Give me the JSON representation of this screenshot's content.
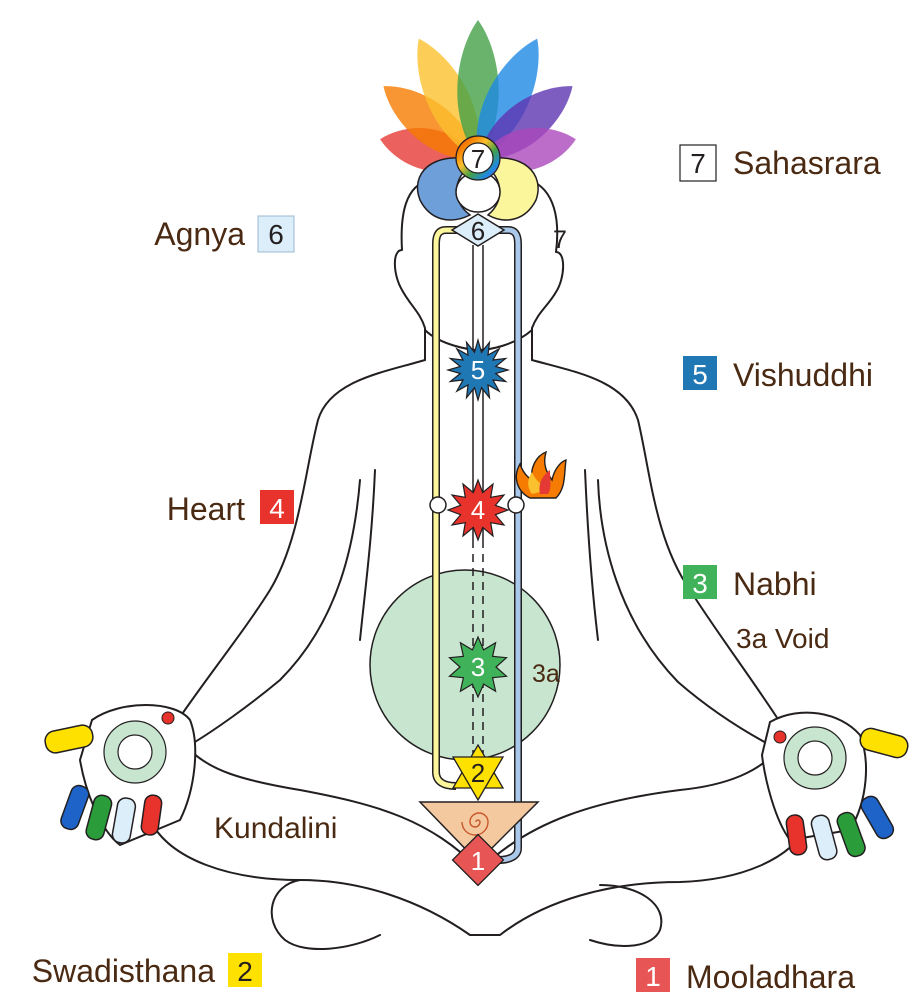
{
  "colors": {
    "label_text": "#4a2a12",
    "outline": "#231f20",
    "left_channel": "#fbf59c",
    "right_channel": "#a9c8ea",
    "void": "#c7e5cf",
    "chakra_1": "#e85555",
    "chakra_2": "#ffe100",
    "chakra_3": "#40b35a",
    "chakra_4": "#e8322c",
    "chakra_5": "#1f77b4",
    "chakra_6": "#dceefa",
    "kundalini_triangle": "#f5c9a0"
  },
  "chakras": [
    {
      "number": "1",
      "name": "Mooladhara",
      "color": "#e85555"
    },
    {
      "number": "2",
      "name": "Swadisthana",
      "color": "#ffe100"
    },
    {
      "number": "3",
      "name": "Nabhi",
      "color": "#40b35a"
    },
    {
      "number": "4",
      "name": "Heart",
      "color": "#e8322c"
    },
    {
      "number": "5",
      "name": "Vishuddhi",
      "color": "#1f77b4"
    },
    {
      "number": "6",
      "name": "Agnya",
      "color": "#dceefa"
    },
    {
      "number": "7",
      "name": "Sahasrara",
      "color": "#ffffff"
    }
  ],
  "void_label": "3a Void",
  "void_marker": "3a",
  "kundalini_label": "Kundalini",
  "head_marker": "7",
  "lotus_colors": [
    "#e53935",
    "#f57c00",
    "#fbc02d",
    "#43a047",
    "#1e88e5",
    "#5e35b1",
    "#ab47bc"
  ]
}
